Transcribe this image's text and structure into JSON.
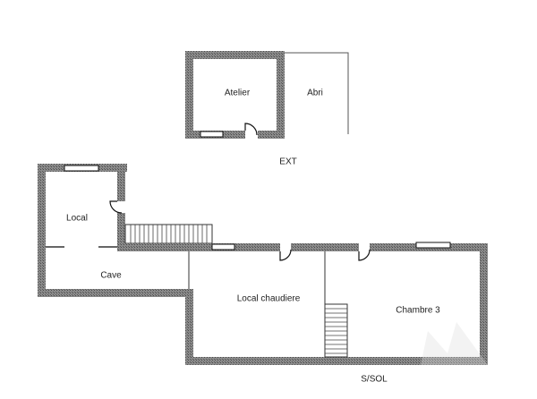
{
  "plan": {
    "level_label": "S/SOL",
    "exterior_label": "EXT",
    "rooms": [
      {
        "name": "Atelier"
      },
      {
        "name": "Abri"
      },
      {
        "name": "Local"
      },
      {
        "name": "Cave"
      },
      {
        "name": "Local chaudiere"
      },
      {
        "name": "Chambre 3"
      }
    ]
  },
  "colors": {
    "wall": "#7a7a7a",
    "line": "#333333",
    "background": "#ffffff"
  }
}
